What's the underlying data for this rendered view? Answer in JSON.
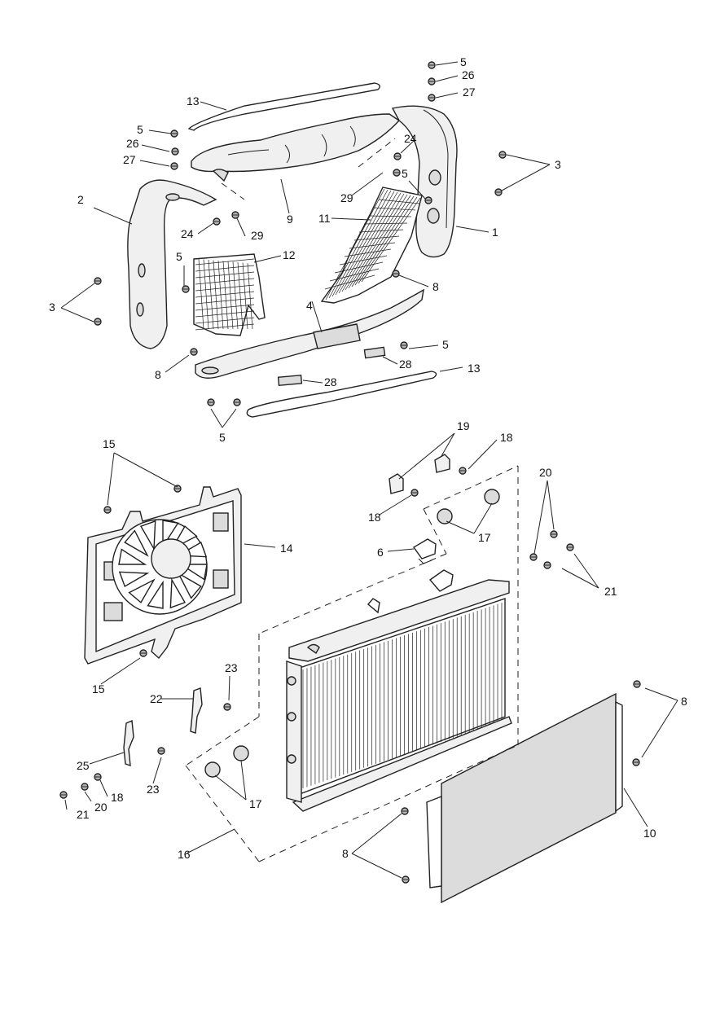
{
  "callouts": {
    "c1": "1",
    "c2": "2",
    "c3a": "3",
    "c3b": "3",
    "c4": "4",
    "c5a": "5",
    "c5b": "5",
    "c5c": "5",
    "c5d": "5",
    "c5e": "5",
    "c5f": "5",
    "c6": "6",
    "c8a": "8",
    "c8b": "8",
    "c8c": "8",
    "c8d": "8",
    "c9": "9",
    "c10": "10",
    "c11": "11",
    "c12": "12",
    "c13a": "13",
    "c13b": "13",
    "c14": "14",
    "c15a": "15",
    "c15b": "15",
    "c16": "16",
    "c17a": "17",
    "c17b": "17",
    "c18a": "18",
    "c18b": "18",
    "c18c": "18",
    "c19": "19",
    "c20a": "20",
    "c20b": "20",
    "c21a": "21",
    "c21b": "21",
    "c22": "22",
    "c23a": "23",
    "c23b": "23",
    "c24a": "24",
    "c24b": "24",
    "c25": "25",
    "c26a": "26",
    "c26b": "26",
    "c27a": "27",
    "c27b": "27",
    "c28a": "28",
    "c28b": "28",
    "c29a": "29",
    "c29b": "29"
  }
}
